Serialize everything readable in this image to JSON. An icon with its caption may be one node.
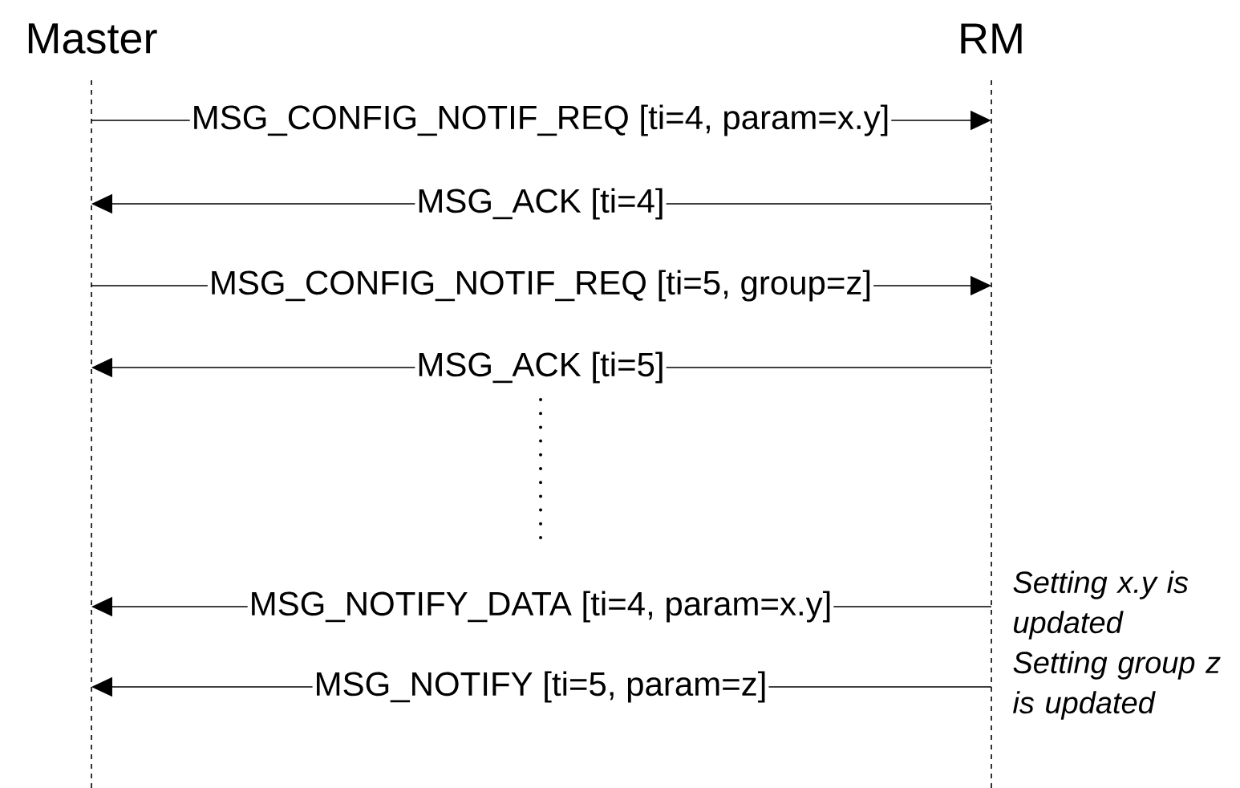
{
  "diagram": {
    "nodes": [
      {
        "text": [
          "Master"
        ]
      },
      {
        "text": [
          "RM"
        ]
      }
    ],
    "edges": [
      {
        "from": 0,
        "to": 1,
        "arrow": "to",
        "label": "MSG_CONFIG_NOTIF_REQ [ti=4, param=x.y]"
      },
      {
        "from": 1,
        "to": 0,
        "arrow": "to",
        "label": "MSG_ACK [ti=4]"
      },
      {
        "from": 0,
        "to": 1,
        "arrow": "to",
        "label": "MSG_CONFIG_NOTIF_REQ [ti=5, group=z]"
      },
      {
        "from": 1,
        "to": 0,
        "arrow": "to",
        "label": "MSG_ACK [ti=5]"
      },
      {
        "from": 1,
        "to": 0,
        "arrow": "to",
        "label": "MSG_NOTIFY_DATA [ti=4, param=x.y]"
      },
      {
        "from": 1,
        "to": 0,
        "arrow": "to",
        "label": "MSG_NOTIFY [ti=5, param=z]"
      }
    ],
    "labels": [
      "Setting x.y is updated",
      "Setting group z is updated"
    ]
  }
}
